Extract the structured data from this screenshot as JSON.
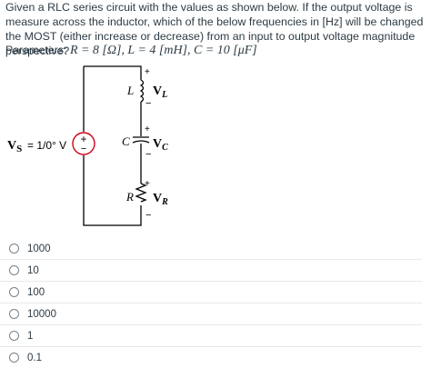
{
  "question": {
    "text": "Given a RLC series circuit with the values as shown below.  If the output voltage is measure across the inductor, which of the below frequencies in [Hz] will be changed the MOST (either increase or decrease) from an input to output voltage magnitude perspective?",
    "params_label": "Parameters:",
    "param_R": "R = 8 [Ω],",
    "param_L": "L = 4 [mH],",
    "param_C": "C = 10 [μF]"
  },
  "circuit": {
    "source_label": "V",
    "source_sub": "S",
    "source_value": "= 1/0° V",
    "L_label": "L",
    "VL_label": "V",
    "VL_sub": "L",
    "C_label": "C",
    "VC_label": "V",
    "VC_sub": "C",
    "R_label": "R",
    "VR_label": "V",
    "VR_sub": "R",
    "plus": "+",
    "minus": "−"
  },
  "answers": [
    "1000",
    "10",
    "100",
    "10000",
    "1",
    "0.1"
  ],
  "colors": {
    "source_red": "#d0021b",
    "wire": "#000000"
  }
}
